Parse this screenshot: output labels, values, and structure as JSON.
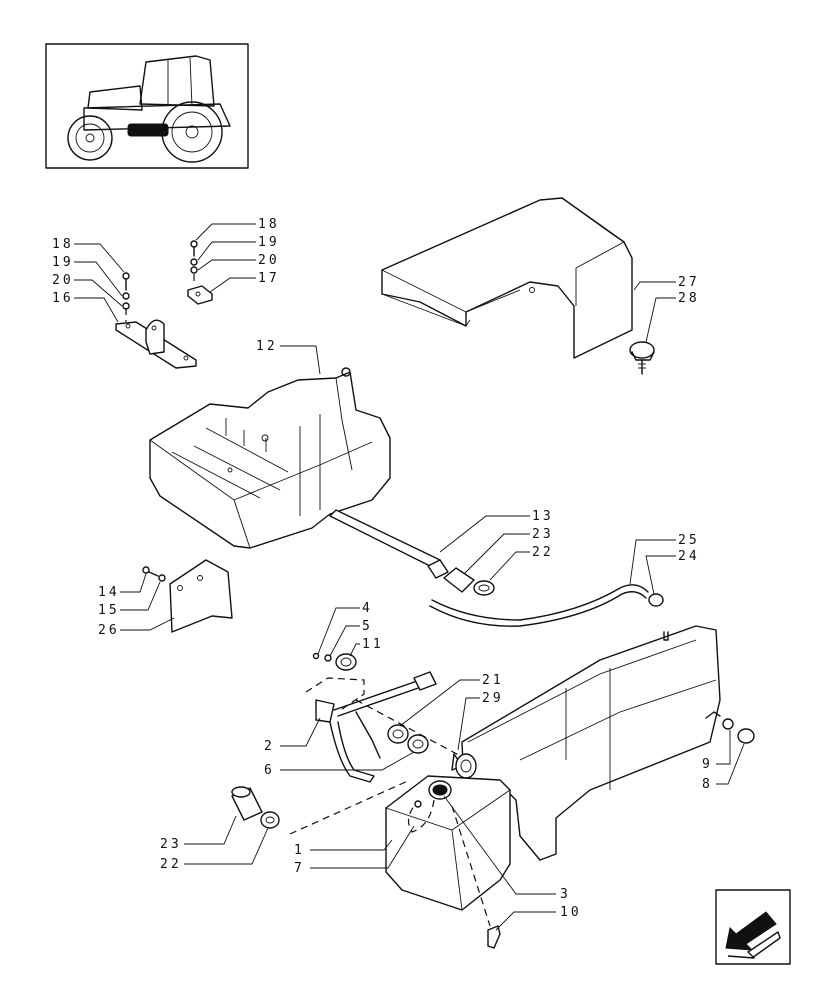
{
  "callouts": [
    {
      "id": "c18a",
      "text": "18"
    },
    {
      "id": "c19a",
      "text": "19"
    },
    {
      "id": "c20a",
      "text": "20"
    },
    {
      "id": "c16",
      "text": "16"
    },
    {
      "id": "c18b",
      "text": "18"
    },
    {
      "id": "c19b",
      "text": "19"
    },
    {
      "id": "c20b",
      "text": "20"
    },
    {
      "id": "c17",
      "text": "17"
    },
    {
      "id": "c27",
      "text": "27"
    },
    {
      "id": "c28",
      "text": "28"
    },
    {
      "id": "c12",
      "text": "12"
    },
    {
      "id": "c13",
      "text": "13"
    },
    {
      "id": "c23a",
      "text": "23"
    },
    {
      "id": "c22a",
      "text": "22"
    },
    {
      "id": "c25",
      "text": "25"
    },
    {
      "id": "c24",
      "text": "24"
    },
    {
      "id": "c14",
      "text": "14"
    },
    {
      "id": "c15",
      "text": "15"
    },
    {
      "id": "c26",
      "text": "26"
    },
    {
      "id": "c4",
      "text": "4"
    },
    {
      "id": "c5",
      "text": "5"
    },
    {
      "id": "c11",
      "text": "11"
    },
    {
      "id": "c21",
      "text": "21"
    },
    {
      "id": "c29",
      "text": "29"
    },
    {
      "id": "c2",
      "text": "2"
    },
    {
      "id": "c6",
      "text": "6"
    },
    {
      "id": "c9",
      "text": "9"
    },
    {
      "id": "c8",
      "text": "8"
    },
    {
      "id": "c23b",
      "text": "23"
    },
    {
      "id": "c22b",
      "text": "22"
    },
    {
      "id": "c1",
      "text": "1"
    },
    {
      "id": "c7",
      "text": "7"
    },
    {
      "id": "c3",
      "text": "3"
    },
    {
      "id": "c10",
      "text": "10"
    }
  ],
  "icons": {
    "thumbnail": "tractor-thumbnail-icon",
    "navigation": "previous-page-arrow-icon"
  },
  "colors": {
    "line": "#111111",
    "background": "#ffffff"
  }
}
